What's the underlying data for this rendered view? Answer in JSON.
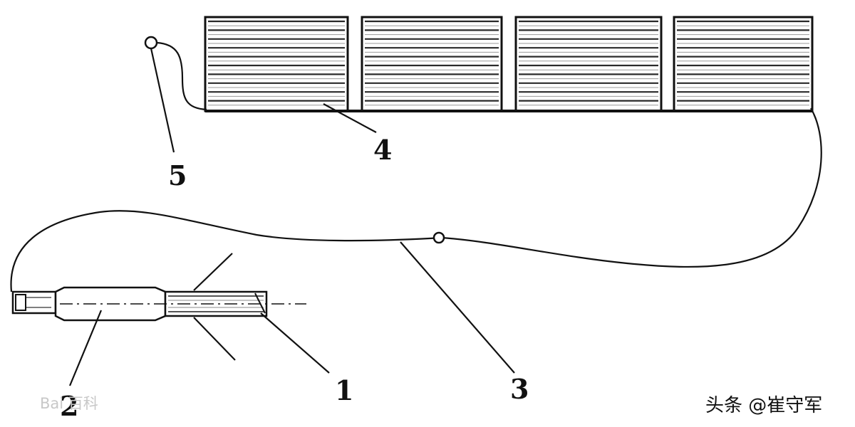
{
  "labels": {
    "callout_1": "1",
    "callout_2": "2",
    "callout_3": "3",
    "callout_4": "4",
    "callout_5": "5"
  },
  "watermark": "Bai 百科",
  "credit": "头条 @崔守军",
  "colors": {
    "line": "#111111",
    "slat": "#2a2a2a",
    "watermark": "#c8c8c8",
    "background": "#ffffff"
  }
}
